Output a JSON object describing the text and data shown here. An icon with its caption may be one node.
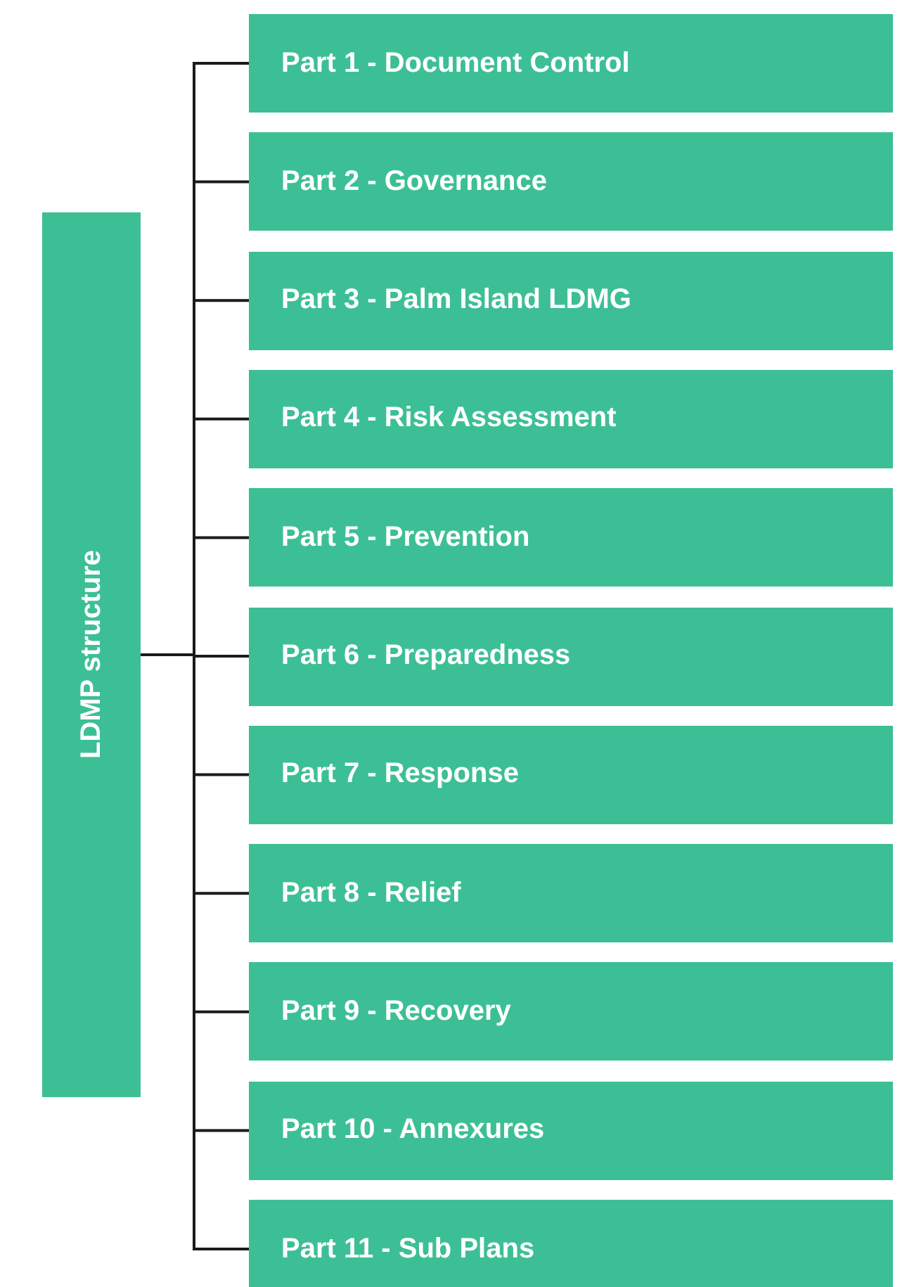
{
  "diagram": {
    "nodes": [
      {
        "text": [
          "LDMP structure"
        ]
      },
      {
        "text": [
          "Part 1 - Document Control"
        ]
      },
      {
        "text": [
          "Part 2 - Governance"
        ]
      },
      {
        "text": [
          "Part 3 - Palm Island LDMG"
        ]
      },
      {
        "text": [
          "Part 4 - Risk Assessment"
        ]
      },
      {
        "text": [
          "Part 5 - Prevention"
        ]
      },
      {
        "text": [
          "Part 6 - Preparedness"
        ]
      },
      {
        "text": [
          "Part 7 - Response"
        ]
      },
      {
        "text": [
          "Part 8 - Relief"
        ]
      },
      {
        "text": [
          "Part 9 - Recovery"
        ]
      },
      {
        "text": [
          "Part 10 - Annexures"
        ]
      },
      {
        "text": [
          "Part 11 - Sub Plans"
        ]
      }
    ],
    "edges": [
      {
        "from": 0,
        "to": 1,
        "arrow": "none"
      },
      {
        "from": 0,
        "to": 2,
        "arrow": "none"
      },
      {
        "from": 0,
        "to": 3,
        "arrow": "none"
      },
      {
        "from": 0,
        "to": 4,
        "arrow": "none"
      },
      {
        "from": 0,
        "to": 5,
        "arrow": "none"
      },
      {
        "from": 0,
        "to": 6,
        "arrow": "none"
      },
      {
        "from": 0,
        "to": 7,
        "arrow": "none"
      },
      {
        "from": 0,
        "to": 8,
        "arrow": "none"
      },
      {
        "from": 0,
        "to": 9,
        "arrow": "none"
      },
      {
        "from": 0,
        "to": 10,
        "arrow": "none"
      },
      {
        "from": 0,
        "to": 11,
        "arrow": "none"
      }
    ]
  }
}
